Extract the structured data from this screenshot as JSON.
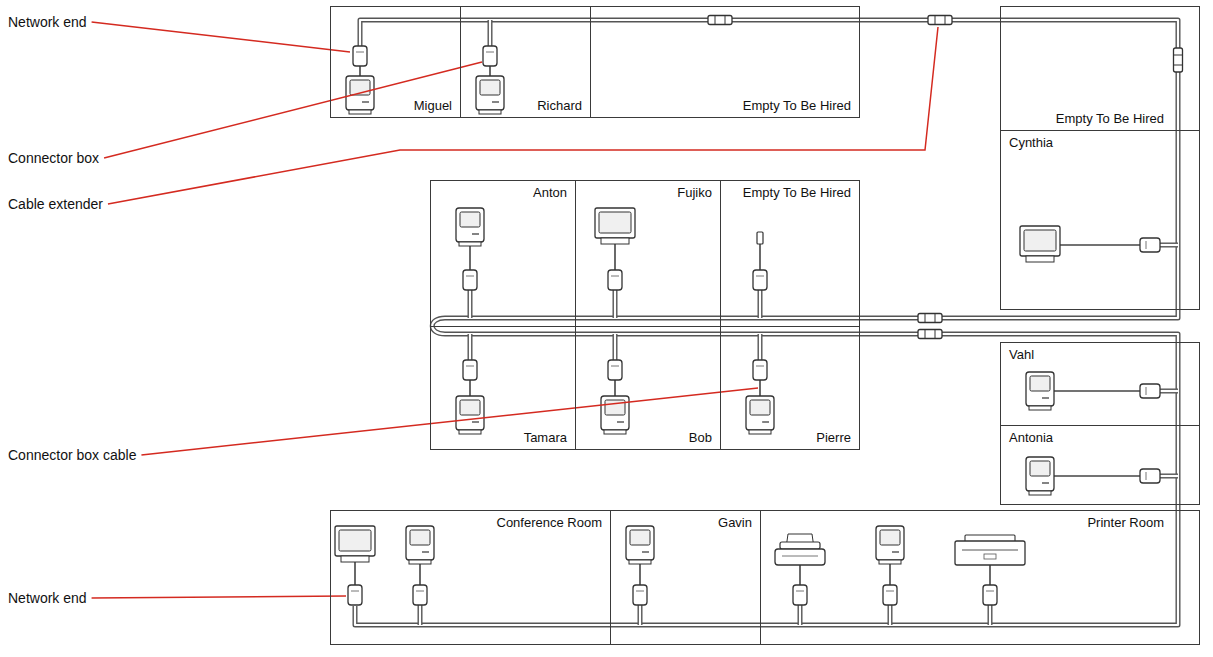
{
  "diagram": {
    "nodes": [
      {
        "text": [
          "Miguel"
        ]
      },
      {
        "text": [
          "Richard"
        ]
      },
      {
        "text": [
          "Empty To Be Hired"
        ]
      },
      {
        "text": [
          "Empty To Be Hired"
        ]
      },
      {
        "text": [
          "Cynthia"
        ]
      },
      {
        "text": [
          "Anton"
        ]
      },
      {
        "text": [
          "Fujiko"
        ]
      },
      {
        "text": [
          "Empty To Be Hired"
        ]
      },
      {
        "text": [
          "Tamara"
        ]
      },
      {
        "text": [
          "Bob"
        ]
      },
      {
        "text": [
          "Pierre"
        ]
      },
      {
        "text": [
          "Vahl"
        ]
      },
      {
        "text": [
          "Antonia"
        ]
      },
      {
        "text": [
          "Conference Room"
        ]
      },
      {
        "text": [
          "Gavin"
        ]
      },
      {
        "text": [
          "Printer Room"
        ]
      }
    ],
    "labels": [
      "Network end",
      "Connector box",
      "Cable extender",
      "Connector box cable",
      "Network end"
    ]
  }
}
